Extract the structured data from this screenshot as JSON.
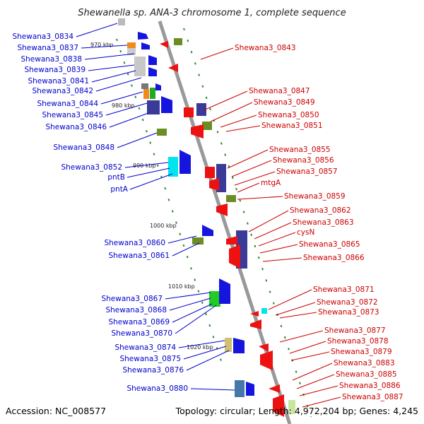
{
  "title": "Shewanella sp. ANA-3 chromosome 1, complete sequence",
  "accession": "Accession: NC_008577",
  "topology": "Topology: circular; Length: 4,972,204 bp; Genes: 4,245",
  "colors": {
    "left_label": "#0000cc",
    "right_label": "#cc0000",
    "backbone": "#999999",
    "tick_mark": "#2e8b2e"
  },
  "ticks": [
    "970 kbp",
    "980 kbp",
    "990 kbp",
    "1000 kbp",
    "1010 kbp",
    "1020 kbp"
  ],
  "left_genes": [
    "Shewana3_0834",
    "Shewana3_0837",
    "Shewana3_0838",
    "Shewana3_0839",
    "Shewana3_0841",
    "Shewana3_0842",
    "Shewana3_0844",
    "Shewana3_0845",
    "Shewana3_0846",
    "Shewana3_0848",
    "Shewana3_0852",
    "pntB",
    "pntA",
    "Shewana3_0860",
    "Shewana3_0861",
    "Shewana3_0867",
    "Shewana3_0868",
    "Shewana3_0869",
    "Shewana3_0870",
    "Shewana3_0874",
    "Shewana3_0875",
    "Shewana3_0876",
    "Shewana3_0880"
  ],
  "right_genes": [
    "Shewana3_0843",
    "Shewana3_0847",
    "Shewana3_0849",
    "Shewana3_0850",
    "Shewana3_0851",
    "Shewana3_0855",
    "Shewana3_0856",
    "Shewana3_0857",
    "mtgA",
    "Shewana3_0859",
    "Shewana3_0862",
    "Shewana3_0863",
    "cysN",
    "Shewana3_0865",
    "Shewana3_0866",
    "Shewana3_0871",
    "Shewana3_0872",
    "Shewana3_0873",
    "Shewana3_0877",
    "Shewana3_0878",
    "Shewana3_0879",
    "Shewana3_0883",
    "Shewana3_0885",
    "Shewana3_0886",
    "Shewana3_0887"
  ]
}
